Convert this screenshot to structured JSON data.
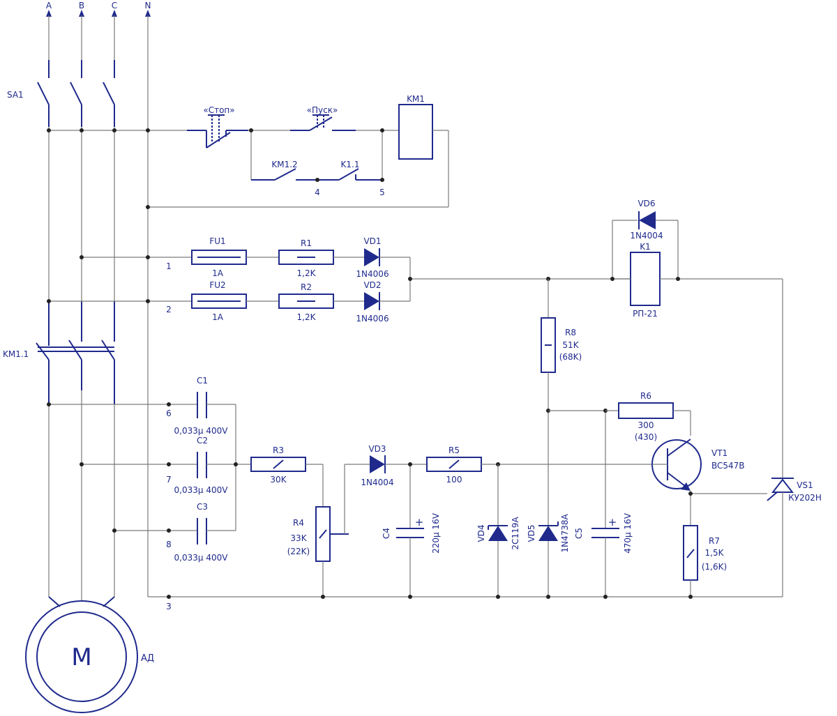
{
  "diagram": {
    "phases": [
      "A",
      "B",
      "C",
      "N"
    ],
    "switch_label": "SA1",
    "contactor_main_label": "KM1.1",
    "motor": {
      "symbol": "M",
      "label": "АД"
    },
    "control": {
      "stop_label": "«Стоп»",
      "start_label": "«Пуск»",
      "coil_label": "KM1",
      "hold_contact_label": "KM1.2",
      "relay_contact_label": "K1.1",
      "node_4": "4",
      "node_5": "5"
    },
    "fuses": [
      {
        "ref": "FU1",
        "value": "1A",
        "node": "1"
      },
      {
        "ref": "FU2",
        "value": "1A",
        "node": "2"
      }
    ],
    "resistors": [
      {
        "ref": "R1",
        "value": "1,2K"
      },
      {
        "ref": "R2",
        "value": "1,2K"
      },
      {
        "ref": "R3",
        "value": "30K"
      },
      {
        "ref": "R4",
        "value": "33K",
        "alt": "(22K)"
      },
      {
        "ref": "R5",
        "value": "100"
      },
      {
        "ref": "R6",
        "value": "300",
        "alt": "(430)"
      },
      {
        "ref": "R7",
        "value": "1,5K",
        "alt": "(1,6K)"
      },
      {
        "ref": "R8",
        "value": "51K",
        "alt": "(68K)"
      }
    ],
    "diodes": [
      {
        "ref": "VD1",
        "value": "1N4006"
      },
      {
        "ref": "VD2",
        "value": "1N4006"
      },
      {
        "ref": "VD3",
        "value": "1N4004"
      },
      {
        "ref": "VD4",
        "value": "2C119A"
      },
      {
        "ref": "VD5",
        "value": "1N4738A"
      },
      {
        "ref": "VD6",
        "value": "1N4004"
      }
    ],
    "capacitors": [
      {
        "ref": "C1",
        "value": "0,033µ 400V",
        "node": "6"
      },
      {
        "ref": "C2",
        "value": "0,033µ 400V",
        "node": "7"
      },
      {
        "ref": "C3",
        "value": "0,033µ 400V",
        "node": "8"
      },
      {
        "ref": "C4",
        "value": "220µ 16V",
        "sign": "+"
      },
      {
        "ref": "C5",
        "value": "470µ 16V",
        "sign": "+"
      }
    ],
    "relay": {
      "ref": "K1",
      "value": "РП-21"
    },
    "transistor": {
      "ref": "VT1",
      "value": "BC547B"
    },
    "thyristor": {
      "ref": "VS1",
      "value": "КУ202Н"
    },
    "ground_node": "3"
  }
}
